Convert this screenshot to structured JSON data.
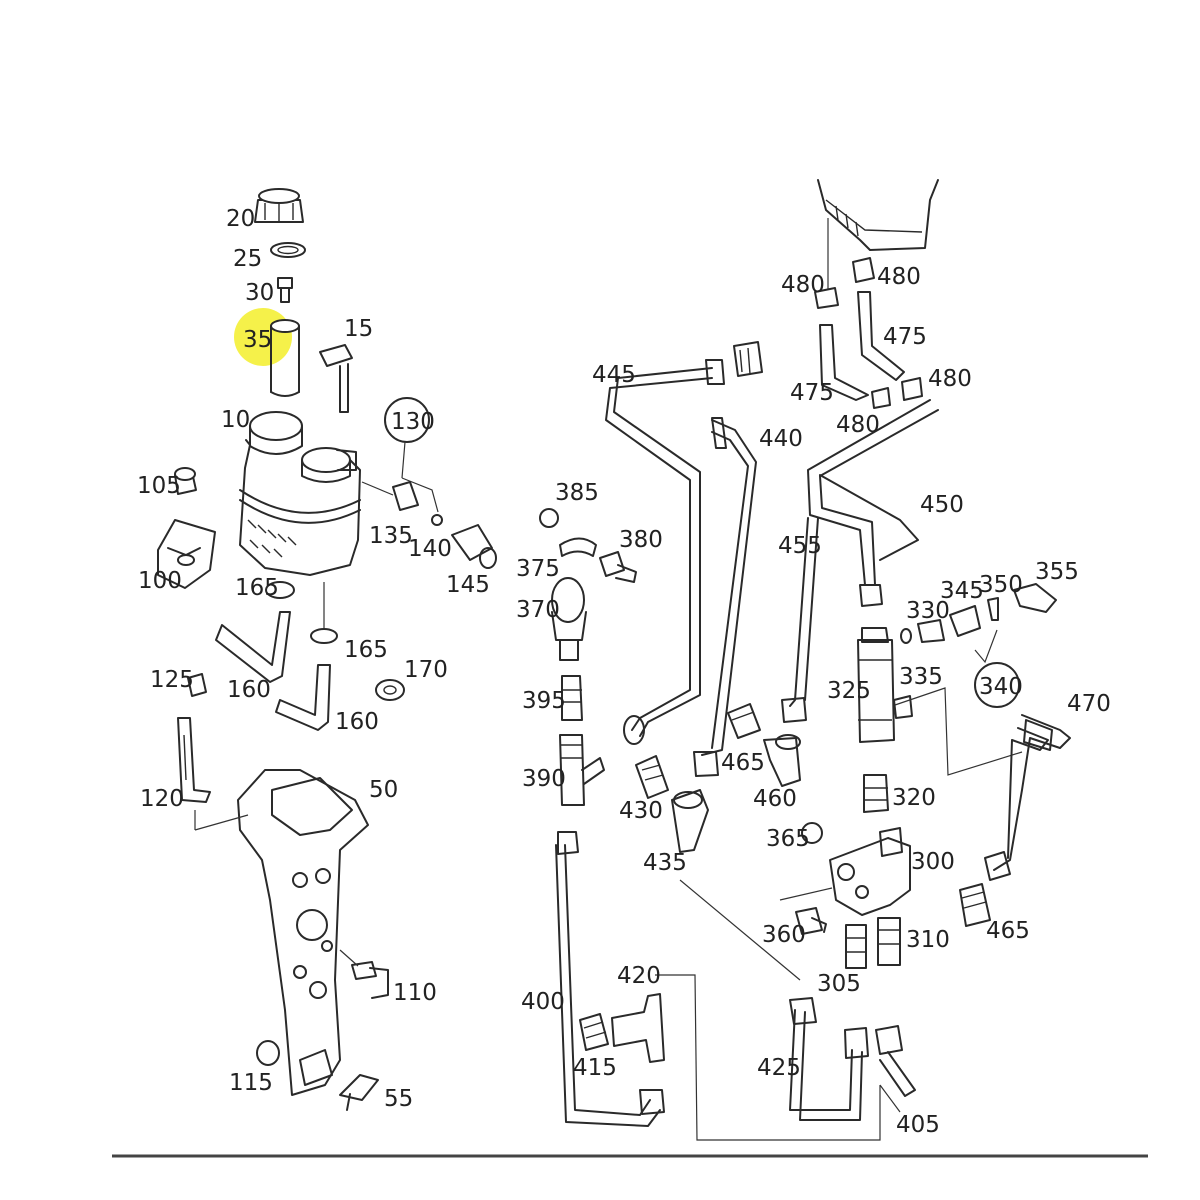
{
  "highlight": {
    "label": "35",
    "color": "#f3ef2a"
  },
  "labels": [
    "20",
    "25",
    "30",
    "35",
    "15",
    "10",
    "130",
    "105",
    "135",
    "140",
    "145",
    "100",
    "165",
    "165",
    "160",
    "160",
    "170",
    "125",
    "120",
    "50",
    "110",
    "115",
    "55",
    "445",
    "440",
    "385",
    "380",
    "375",
    "370",
    "395",
    "390",
    "430",
    "435",
    "465",
    "460",
    "400",
    "420",
    "415",
    "425",
    "480",
    "480",
    "475",
    "475",
    "480",
    "480",
    "450",
    "455",
    "345",
    "350",
    "355",
    "330",
    "325",
    "335",
    "340",
    "470",
    "320",
    "365",
    "300",
    "360",
    "310",
    "305",
    "405",
    "465"
  ],
  "colors": {
    "line": "#2a2a2a",
    "text": "#222222",
    "highlight": "#f3ef2a"
  }
}
